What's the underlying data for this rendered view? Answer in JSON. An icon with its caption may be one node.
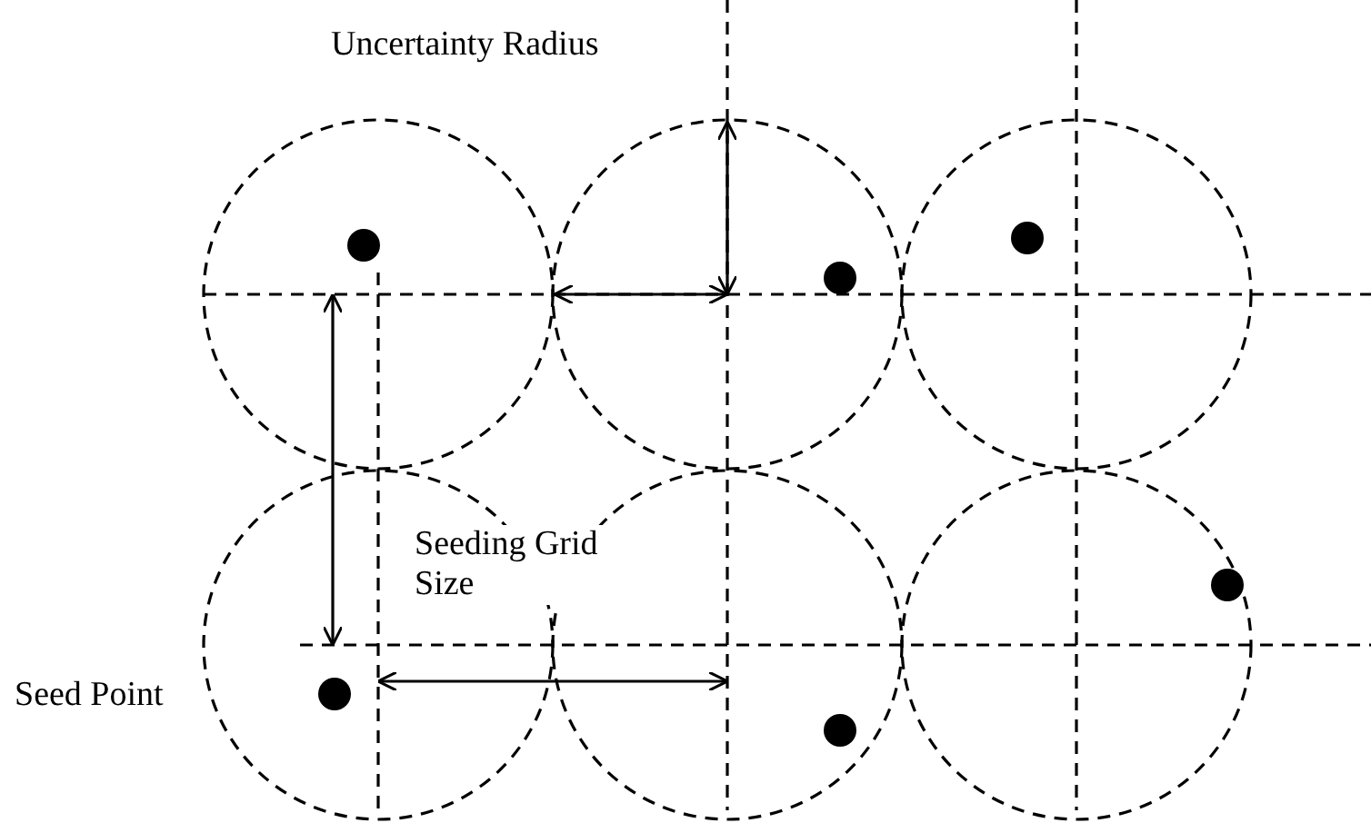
{
  "diagram": {
    "labels": [
      "Uncertainty Radius",
      "Seeding Grid Size",
      "Seed Point"
    ]
  }
}
